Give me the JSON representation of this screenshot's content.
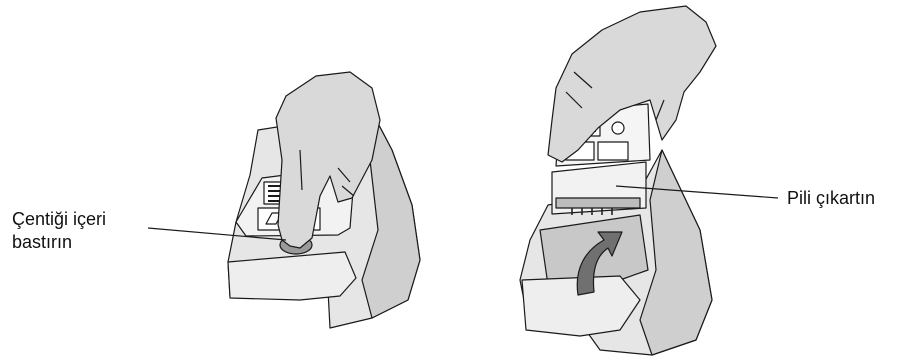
{
  "labels": {
    "press_notch_line1": "Çentiği içeri",
    "press_notch_line2": "bastırın",
    "remove_battery": "Pili çıkartın"
  },
  "colors": {
    "outline": "#1a1a1a",
    "body_fill": "#e6e6e6",
    "body_shade": "#cfcfcf",
    "panel_fill": "#f2f2f2",
    "hand_fill": "#d9d9d9",
    "arrow_fill": "#707070",
    "notch_fill": "#9a9a9a"
  }
}
